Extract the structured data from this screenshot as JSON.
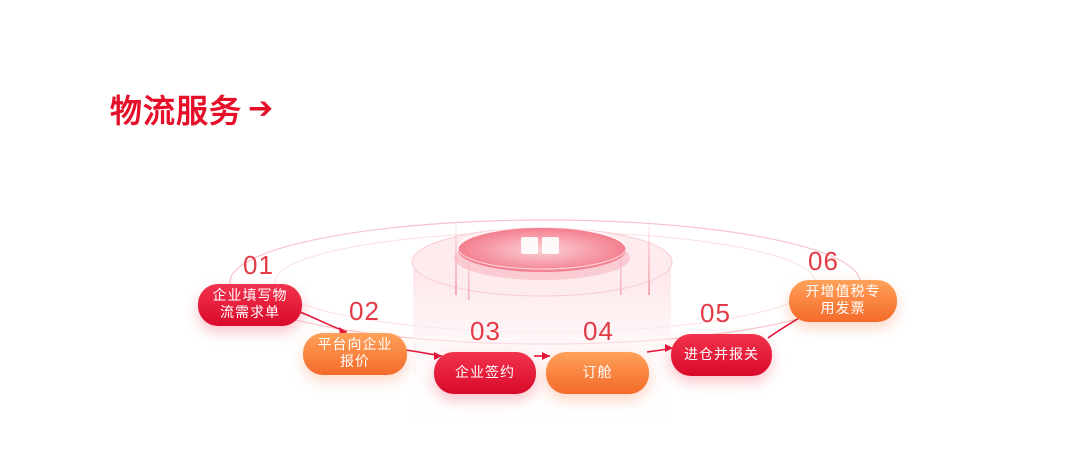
{
  "header": {
    "title": "物流服务",
    "arrow": "➔"
  },
  "steps": [
    {
      "num": "01",
      "lines": [
        "企业填写物",
        "流需求单"
      ],
      "color": "red"
    },
    {
      "num": "02",
      "lines": [
        "平台向企业",
        "报价"
      ],
      "color": "orange"
    },
    {
      "num": "03",
      "lines": [
        "企业签约"
      ],
      "color": "red"
    },
    {
      "num": "04",
      "lines": [
        "订舱"
      ],
      "color": "orange"
    },
    {
      "num": "05",
      "lines": [
        "进仓并报关"
      ],
      "color": "red"
    },
    {
      "num": "06",
      "lines": [
        "开增值税专",
        "用发票"
      ],
      "color": "orange"
    }
  ],
  "colors": {
    "brand_red": "#e60f2a",
    "orange": "#f46a2a"
  }
}
